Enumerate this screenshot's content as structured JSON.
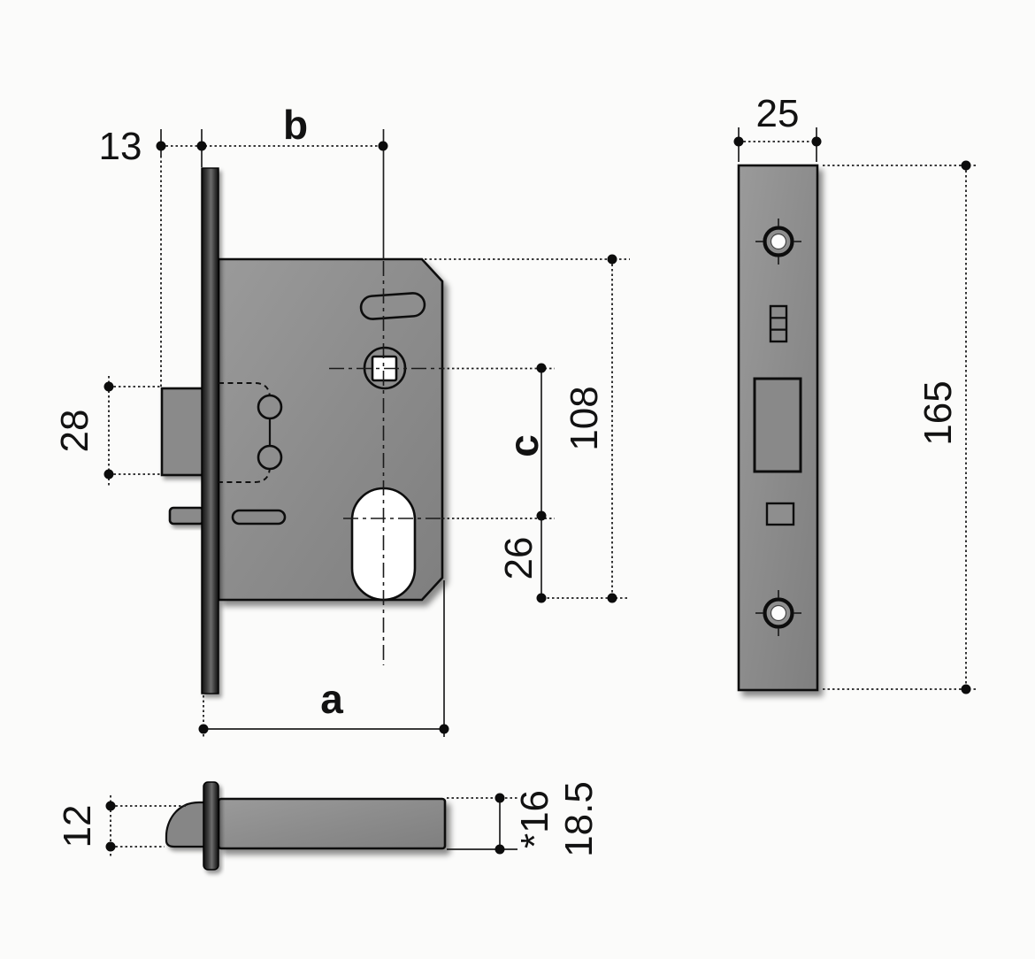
{
  "drawing": {
    "front_view": {
      "dims": {
        "plate_to_latch_face": "13",
        "backset": "b",
        "latch_bolt_height": "28",
        "case_depth": "a",
        "case_height": "108",
        "center_distance": "c",
        "cylinder_to_bottom": "26"
      }
    },
    "side_view": {
      "dims": {
        "faceplate_width": "25",
        "faceplate_height": "165"
      }
    },
    "latch_view": {
      "dims": {
        "bolt_nose_height": "12",
        "bolt_height_marked": "*16",
        "bolt_height_alt": "18.5"
      }
    },
    "colors": {
      "case_gray": "#8e8e8e",
      "faceplate_dark": "#2f2f2f",
      "line_black": "#1a1a1a",
      "hole_white": "#ffffff",
      "background": "#fbfbfa"
    }
  }
}
